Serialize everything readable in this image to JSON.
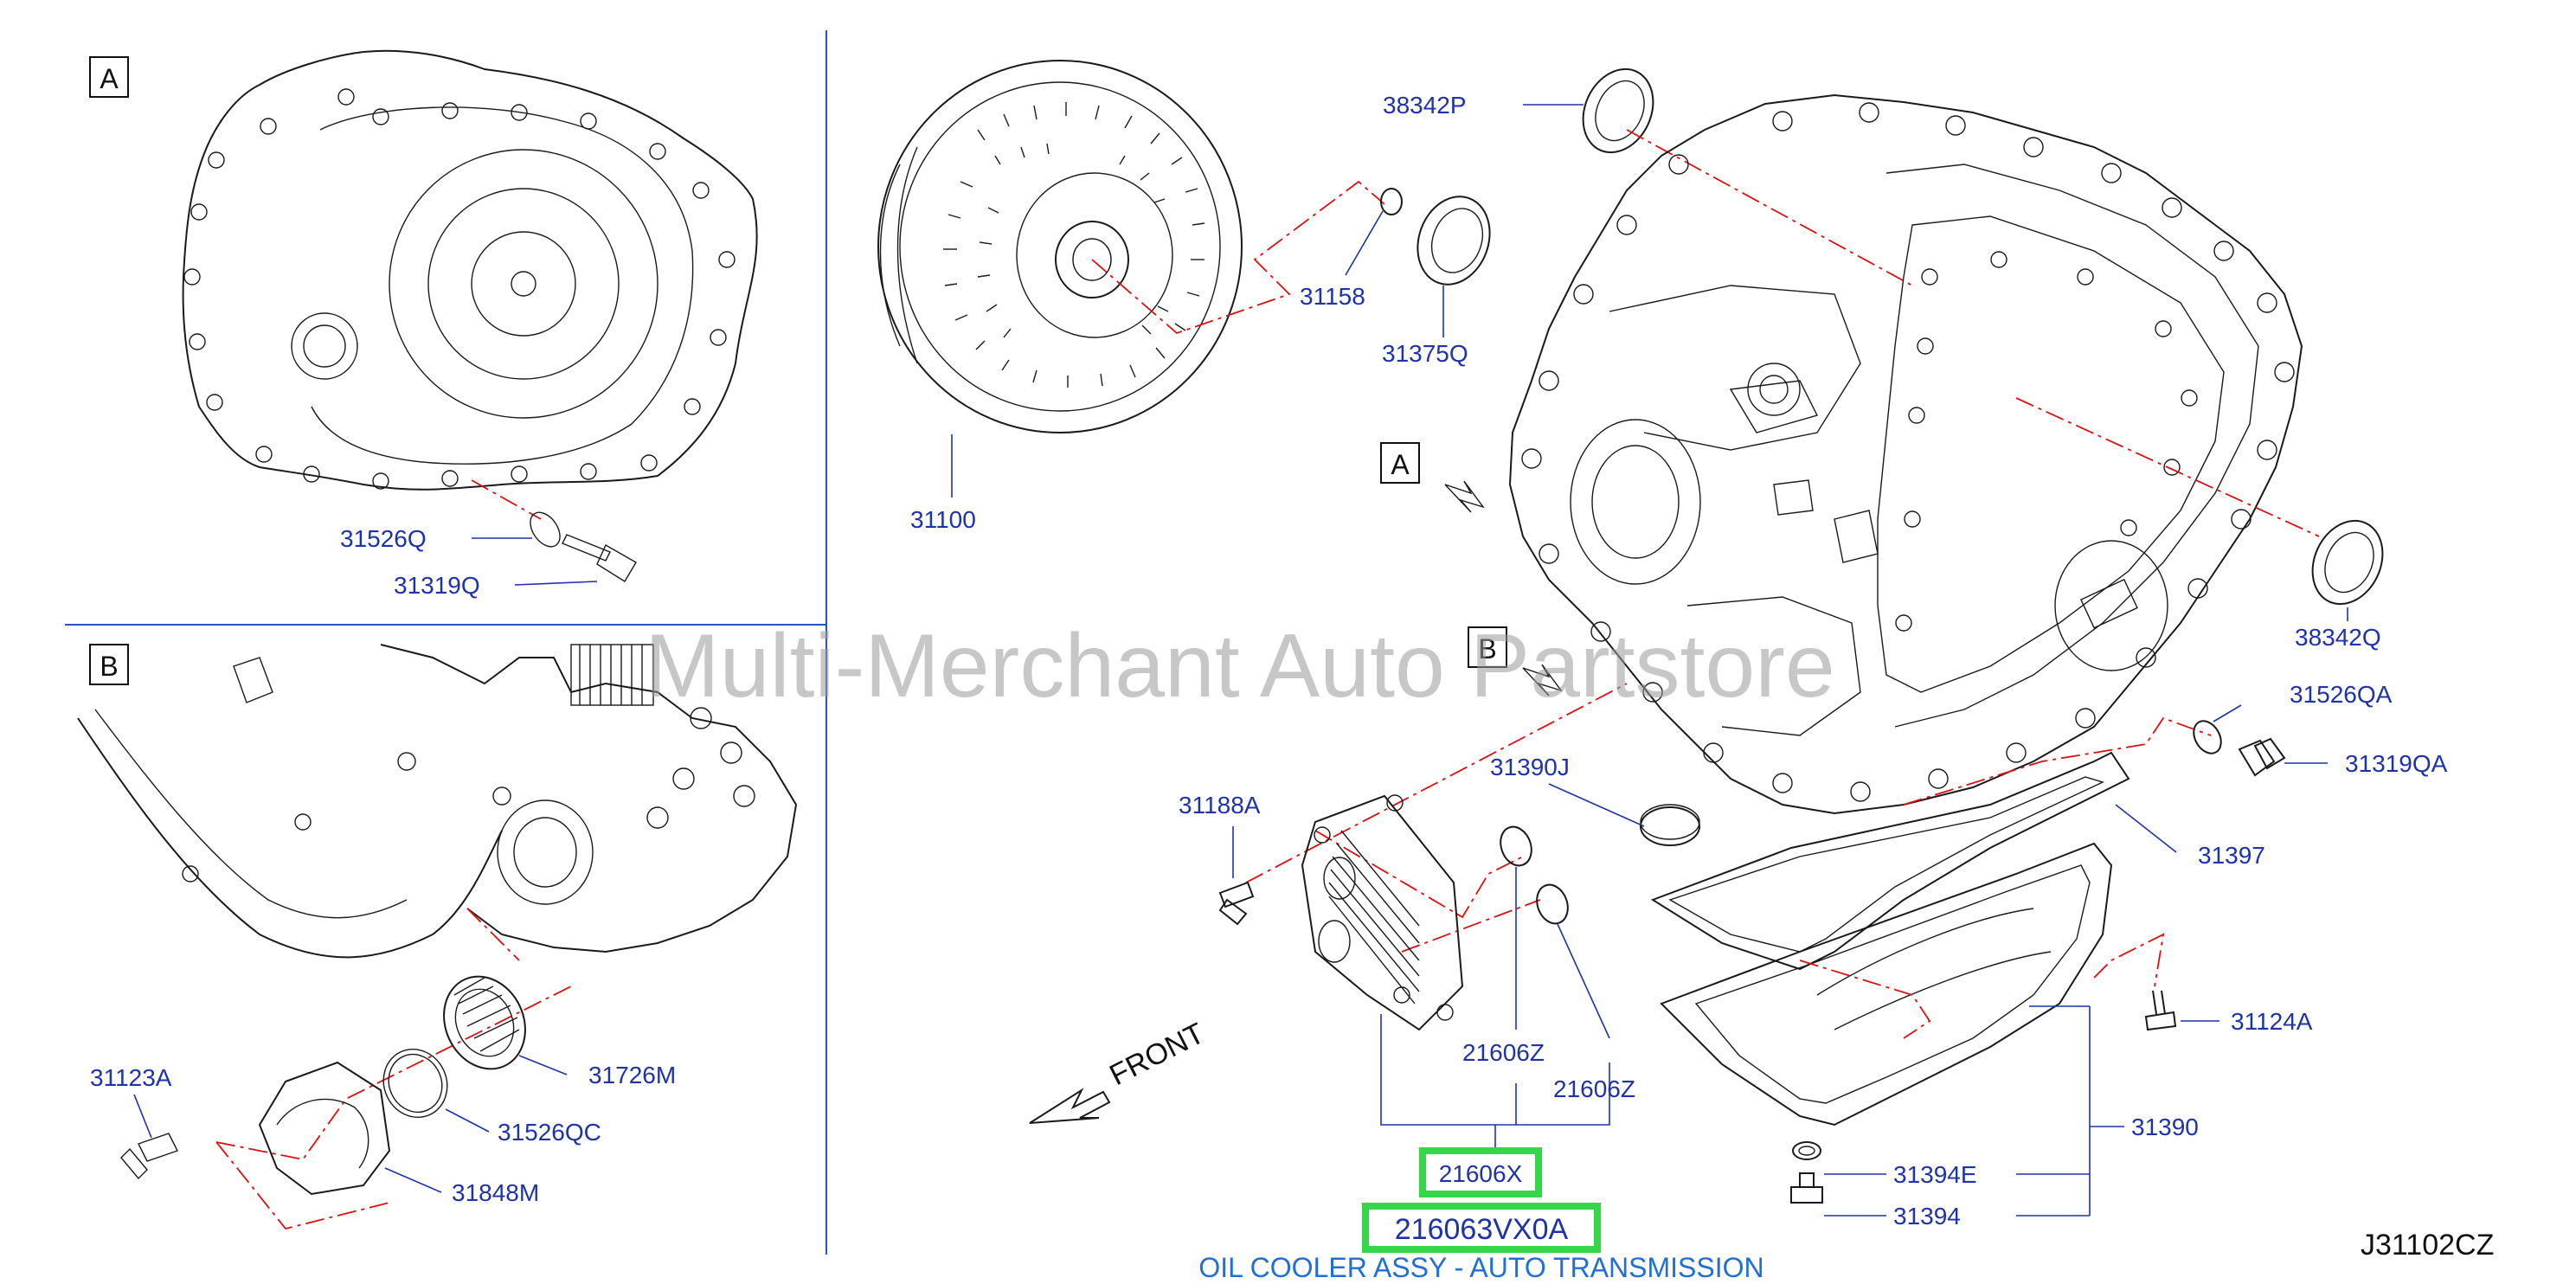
{
  "watermark": "Multi-Merchant Auto Partstore",
  "figure_id": "J31102CZ",
  "caption": "OIL COOLER ASSY - AUTO TRANSMISSION",
  "view_labels": {
    "a_panel": "A",
    "b_panel": "B",
    "a_main": "A",
    "b_main": "B"
  },
  "front_label": "FRONT",
  "parts": {
    "p31526Q": "31526Q",
    "p31319Q": "31319Q",
    "p31100": "31100",
    "p31158": "31158",
    "p31375Q": "31375Q",
    "p38342P": "38342P",
    "p38342Q": "38342Q",
    "p31526QA": "31526QA",
    "p31319QA": "31319QA",
    "p31390J": "31390J",
    "p31188A": "31188A",
    "p31397": "31397",
    "p31124A": "31124A",
    "p21606Z_a": "21606Z",
    "p21606Z_b": "21606Z",
    "p31390": "31390",
    "p31394E": "31394E",
    "p31394": "31394",
    "p31123A": "31123A",
    "p31726M": "31726M",
    "p31526QC": "31526QC",
    "p31848M": "31848M",
    "p21606X": "21606X",
    "p216063VX0A": "216063VX0A"
  },
  "colors": {
    "label_blue": "#1f33a8",
    "highlight_green": "#35d64a",
    "caption_blue": "#1f6fd6",
    "dash_red": "#dd1111"
  }
}
